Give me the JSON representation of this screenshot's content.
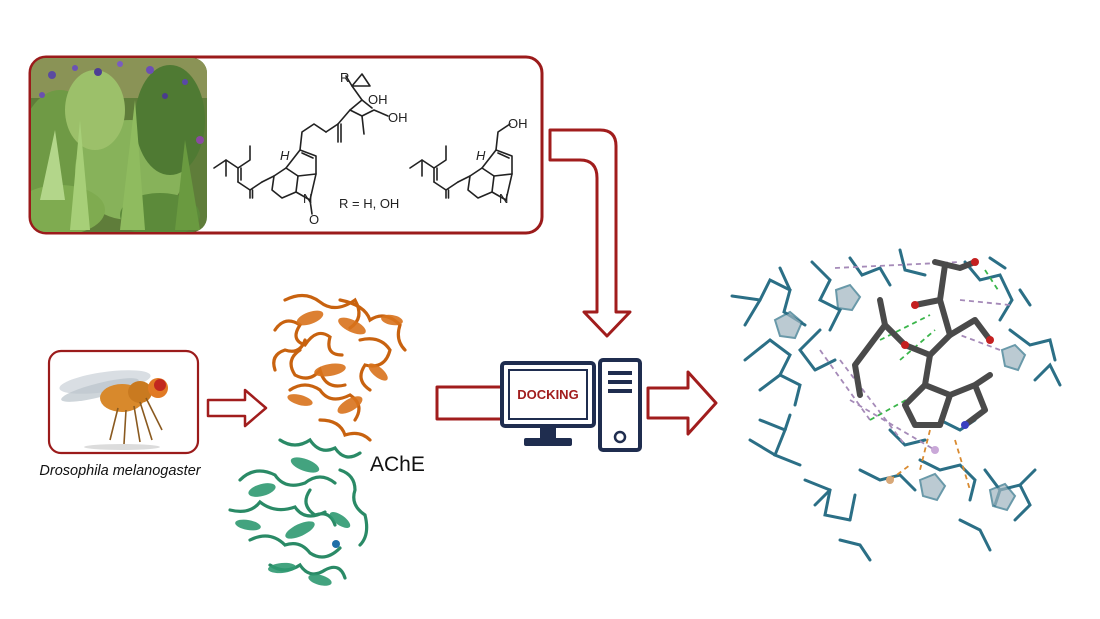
{
  "compounds_panel": {
    "structure_labels": {
      "r_group": "R",
      "oh_top": "OH",
      "oh_middle": "OH",
      "oh_right": "OH",
      "h_left": "H",
      "h_ring_n": "N",
      "o_nox": "O",
      "r_definition": "R = H, OH",
      "h_right": "H",
      "n_right": "N"
    }
  },
  "organism": {
    "name": "Drosophila melanogaster"
  },
  "protein": {
    "label": "AChE"
  },
  "computer": {
    "screen_label": "DOCKING"
  },
  "colors": {
    "frame_red": "#9b1b1b",
    "arrow_red": "#a11d1d",
    "computer_navy": "#1f2d4f",
    "protein_orange": "#c8620f",
    "protein_green": "#2a8a66",
    "docking_teal": "#2b6f86",
    "ligand_grey": "#4a4a4a"
  }
}
